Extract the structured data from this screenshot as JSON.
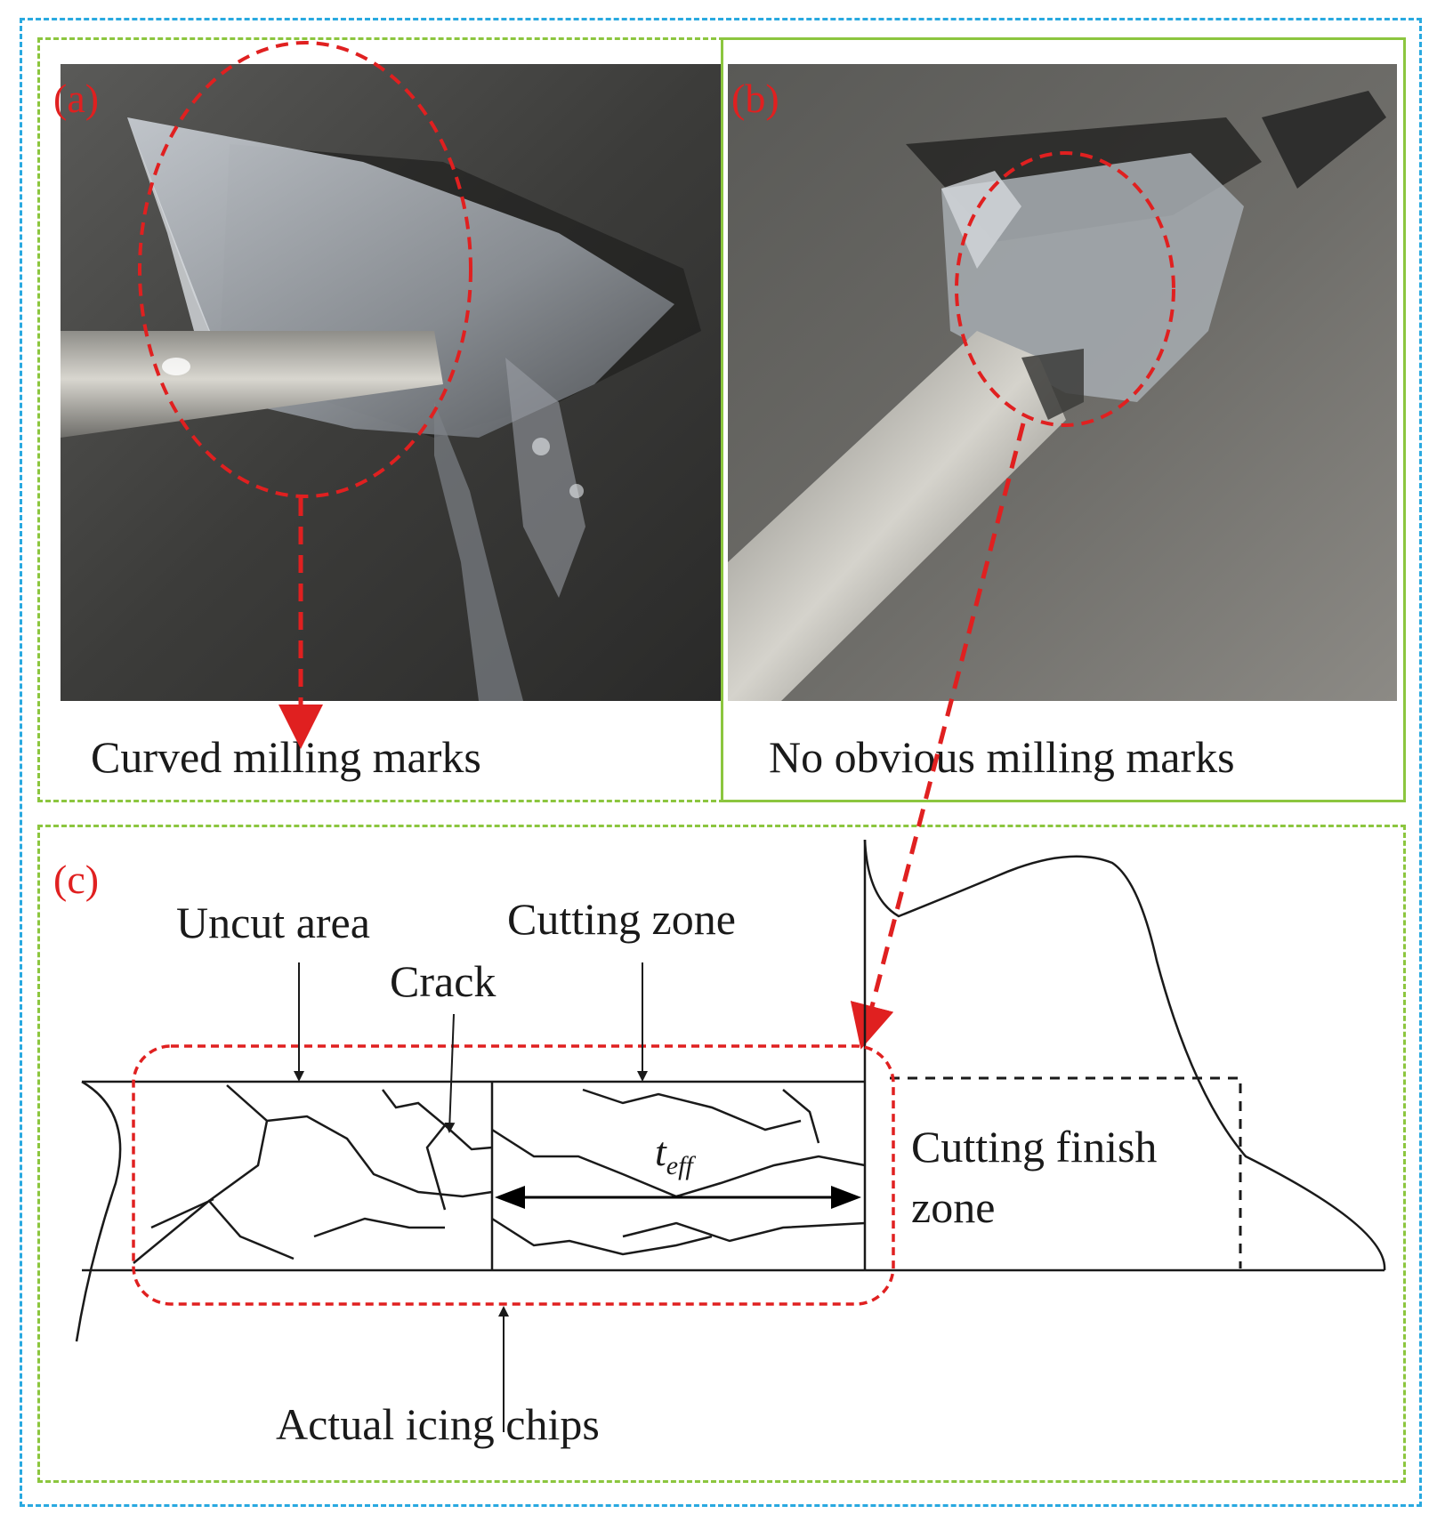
{
  "panels": {
    "a": {
      "label": "(a)",
      "caption": "Curved milling marks"
    },
    "b": {
      "label": "(b)",
      "caption": "No obvious milling marks"
    },
    "c": {
      "label": "(c)",
      "annotations": {
        "uncut_area": "Uncut area",
        "crack": "Crack",
        "cutting_zone": "Cutting zone",
        "t_eff_base": "t",
        "t_eff_sub": "eff",
        "finish_zone_line1": "Cutting finish",
        "finish_zone_line2": "zone",
        "actual_chips": "Actual icing chips"
      }
    }
  },
  "colors": {
    "outer_border": "#29a9e0",
    "panel_border": "#8cc63f",
    "highlight": "#e02020",
    "ink": "#1a1a1a"
  }
}
